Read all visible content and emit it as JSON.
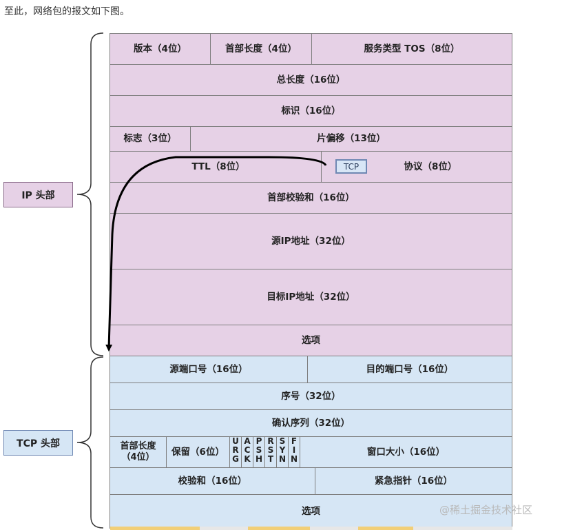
{
  "intro_text": "至此，网络包的报文如下图。",
  "labels": {
    "ip_header": "IP 头部",
    "tcp_header": "TCP 头部"
  },
  "ip_fields": {
    "version": "版本（4位）",
    "ihl": "首部长度（4位）",
    "tos": "服务类型 TOS（8位）",
    "total_length": "总长度（16位）",
    "identification": "标识（16位）",
    "flags": "标志（3位）",
    "fragment_offset": "片偏移（13位）",
    "ttl": "TTL（8位）",
    "protocol": "协议（8位）",
    "protocol_badge": "TCP",
    "checksum": "首部校验和（16位）",
    "src_ip": "源IP地址（32位）",
    "dst_ip": "目标IP地址（32位）",
    "options": "选项"
  },
  "tcp_fields": {
    "src_port": "源端口号（16位）",
    "dst_port": "目的端口号（16位）",
    "seq": "序号（32位）",
    "ack_num": "确认序列（32位）",
    "data_offset": "首部长度\n（4位）",
    "reserved": "保留（6位）",
    "flags": [
      {
        "name": "URG",
        "letters": [
          "U",
          "R",
          "G"
        ]
      },
      {
        "name": "ACK",
        "letters": [
          "A",
          "C",
          "K"
        ]
      },
      {
        "name": "PSH",
        "letters": [
          "P",
          "S",
          "H"
        ]
      },
      {
        "name": "RST",
        "letters": [
          "R",
          "S",
          "T"
        ]
      },
      {
        "name": "SYN",
        "letters": [
          "S",
          "Y",
          "N"
        ]
      },
      {
        "name": "FIN",
        "letters": [
          "F",
          "I",
          "N"
        ]
      }
    ],
    "window": "窗口大小（16位）",
    "checksum": "校验和（16位）",
    "urgent_ptr": "紧急指针（16位）",
    "options": "选项"
  },
  "watermark": "@稀土掘金技术社区",
  "colors": {
    "ip_fill": "#e6d1e6",
    "tcp_fill": "#d6e6f5",
    "border": "#7e7e7e",
    "arrow": "#000000"
  }
}
